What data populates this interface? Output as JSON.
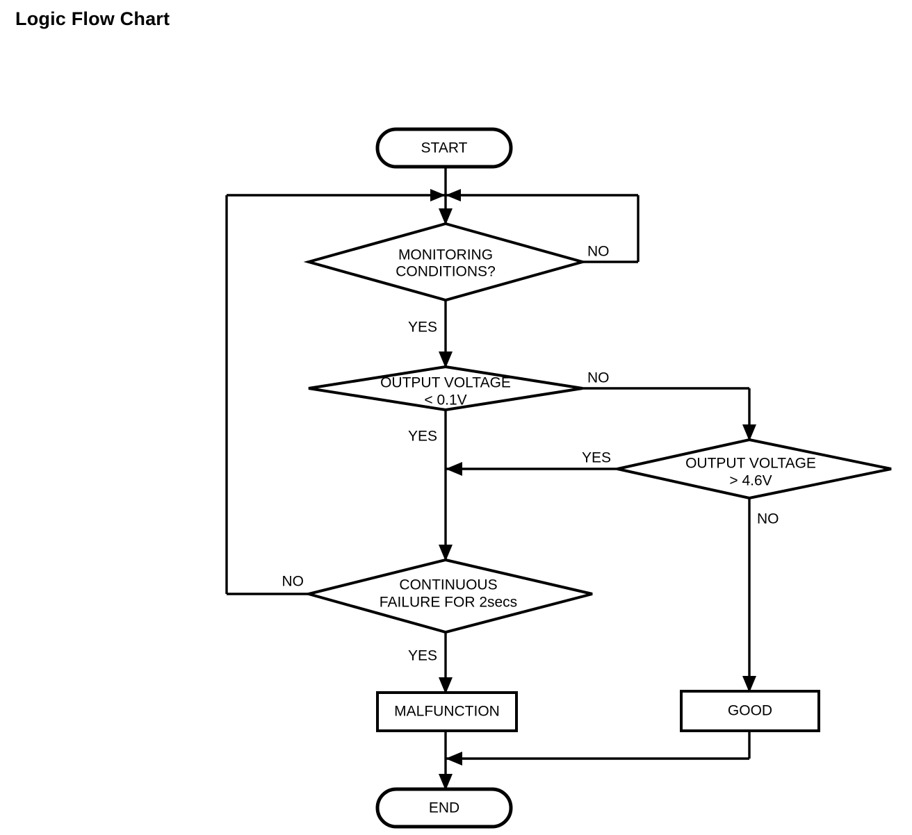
{
  "page": {
    "title": "Logic Flow Chart",
    "background_color": "#ffffff",
    "line_color": "#000000"
  },
  "chart_data": {
    "type": "diagram",
    "diagram_kind": "flowchart",
    "title": "Logic Flow Chart",
    "orientation": "top-to-bottom",
    "nodes": [
      {
        "id": "start",
        "shape": "terminator",
        "label": "START"
      },
      {
        "id": "monitoring",
        "shape": "decision",
        "label_line1": "MONITORING",
        "label_line2": "CONDITIONS?"
      },
      {
        "id": "vlow",
        "shape": "decision",
        "label_line1": "OUTPUT VOLTAGE",
        "label_line2": "< 0.1V"
      },
      {
        "id": "vhigh",
        "shape": "decision",
        "label_line1": "OUTPUT VOLTAGE",
        "label_line2": "> 4.6V"
      },
      {
        "id": "continuous",
        "shape": "decision",
        "label_line1": "CONTINUOUS",
        "label_line2": "FAILURE FOR 2secs"
      },
      {
        "id": "malfunction",
        "shape": "process",
        "label": "MALFUNCTION"
      },
      {
        "id": "good",
        "shape": "process",
        "label": "GOOD"
      },
      {
        "id": "end",
        "shape": "terminator",
        "label": "END"
      }
    ],
    "edges": [
      {
        "from": "start",
        "to": "monitoring",
        "label": ""
      },
      {
        "from": "monitoring",
        "to": "monitoring",
        "label": "NO",
        "route": "right-loop-back-to-top-junction"
      },
      {
        "from": "monitoring",
        "to": "vlow",
        "label": "YES"
      },
      {
        "from": "vlow",
        "to": "continuous",
        "label": "YES"
      },
      {
        "from": "vlow",
        "to": "vhigh",
        "label": "NO",
        "route": "right-then-down"
      },
      {
        "from": "vhigh",
        "to": "continuous",
        "label": "YES",
        "route": "left-merge-into-main-trunk"
      },
      {
        "from": "vhigh",
        "to": "good",
        "label": "NO",
        "route": "down"
      },
      {
        "from": "continuous",
        "to": "monitoring",
        "label": "NO",
        "route": "left-loop-back-to-top-junction"
      },
      {
        "from": "continuous",
        "to": "malfunction",
        "label": "YES"
      },
      {
        "from": "malfunction",
        "to": "end",
        "label": ""
      },
      {
        "from": "good",
        "to": "end",
        "label": "",
        "route": "down-then-left-merge"
      }
    ]
  },
  "labels": {
    "start": "START",
    "monitoring_l1": "MONITORING",
    "monitoring_l2": "CONDITIONS?",
    "monitoring_no": "NO",
    "monitoring_yes": "YES",
    "vlow_l1": "OUTPUT VOLTAGE",
    "vlow_l2": "< 0.1V",
    "vlow_no": "NO",
    "vlow_yes": "YES",
    "vhigh_l1": "OUTPUT VOLTAGE",
    "vhigh_l2": "> 4.6V",
    "vhigh_yes": "YES",
    "vhigh_no": "NO",
    "continuous_l1": "CONTINUOUS",
    "continuous_l2": "FAILURE FOR 2secs",
    "continuous_no": "NO",
    "continuous_yes": "YES",
    "malfunction": "MALFUNCTION",
    "good": "GOOD",
    "end": "END"
  }
}
